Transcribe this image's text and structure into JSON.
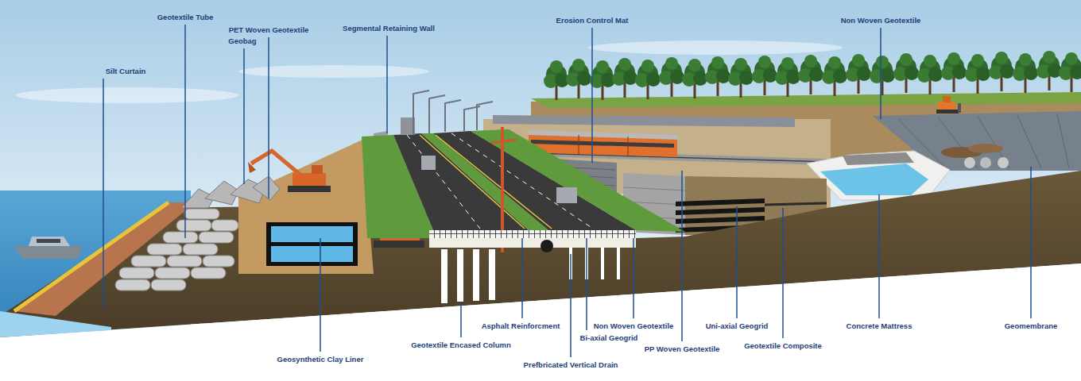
{
  "diagram": {
    "labels": [
      "Silt Curtain",
      "Geotextile Tube",
      "PET Woven Geotextile",
      "Geobag",
      "Segmental Retaining Wall",
      "Erosion Control Mat",
      "Non Woven Geotextile",
      "Geosynthetic Clay Liner",
      "Geotextile Encased Column",
      "Asphalt Reinforcment",
      "Bi-axial Geogrid",
      "Prefbricated Vertical Drain",
      "Non Woven Geotextile",
      "PP Woven Geotextile",
      "Uni-axial Geogrid",
      "Geotextile Composite",
      "Concrete Mattress",
      "Geomembrane"
    ]
  }
}
